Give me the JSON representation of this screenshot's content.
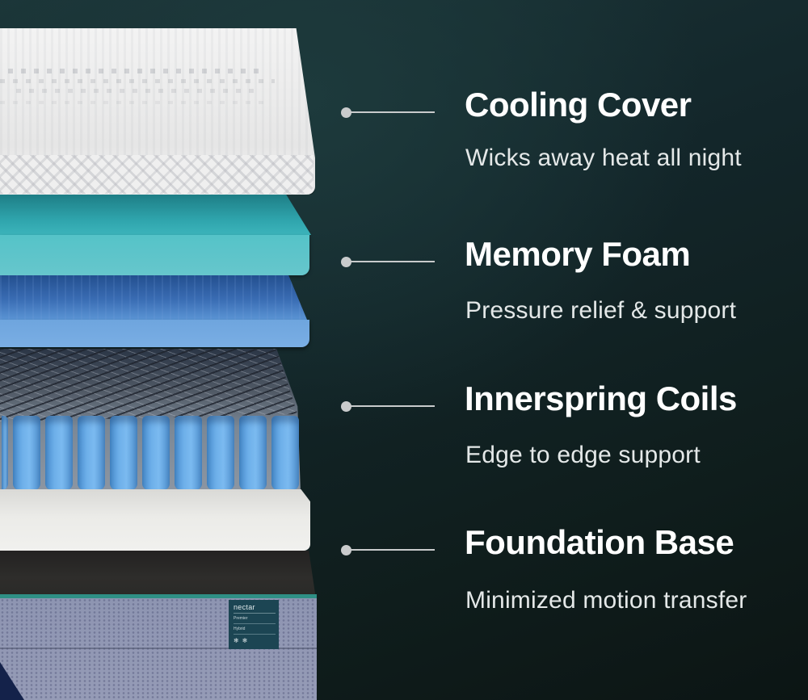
{
  "colors": {
    "background_top": "#1b3538",
    "background_bottom": "#0c1514",
    "title_text": "#ffffff",
    "description_text": "#e4e8e8",
    "leader_line": "#c9cbcc",
    "teal_layer": "#3cb4bb",
    "blue_layer": "#7aaee4",
    "coil_pocket": "#6eb0ea",
    "base_fabric": "#959bb6",
    "trim": "#2f8f85",
    "label_bg": "#1c4553"
  },
  "product_label": {
    "brand": "nectar",
    "line1": "Premier",
    "line2": "Hybrid",
    "icons": [
      "snowflake-icon",
      "snowflake-icon"
    ],
    "icon_glyph": "❄"
  },
  "callouts": [
    {
      "title": "Cooling Cover",
      "description": "Wicks away heat all night",
      "layer": "cooling-cover"
    },
    {
      "title": "Memory Foam",
      "description": "Pressure relief & support",
      "layer": "memory-foam"
    },
    {
      "title": "Innerspring Coils",
      "description": "Edge to edge support",
      "layer": "innerspring-coils"
    },
    {
      "title": "Foundation Base",
      "description": "Minimized motion transfer",
      "layer": "foundation-base"
    }
  ]
}
